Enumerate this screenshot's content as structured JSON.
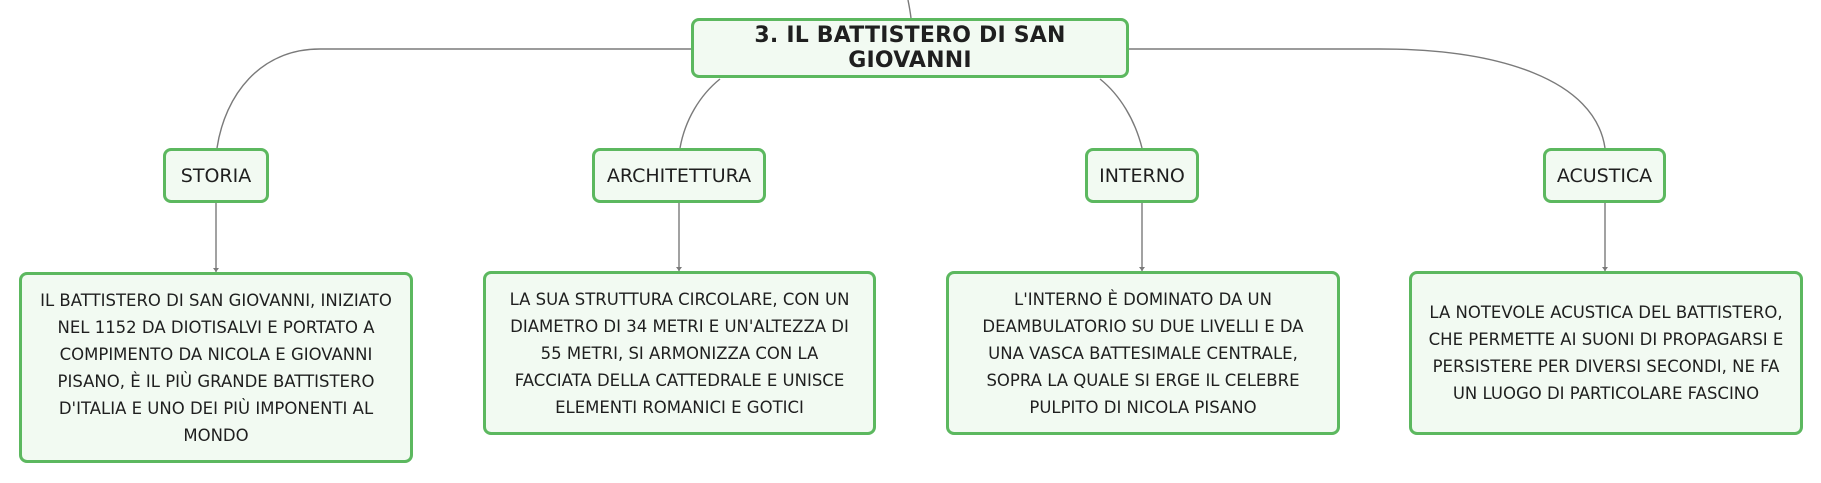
{
  "root": {
    "title": "3. IL BATTISTERO DI SAN GIOVANNI"
  },
  "branches": [
    {
      "label": "STORIA",
      "detail": "IL BATTISTERO DI SAN GIOVANNI, INIZIATO NEL 1152 DA DIOTISALVI E PORTATO A COMPIMENTO DA NICOLA E GIOVANNI PISANO, È IL PIÙ GRANDE BATTISTERO D'ITALIA E UNO DEI PIÙ IMPONENTI AL MONDO"
    },
    {
      "label": "ARCHITETTURA",
      "detail": "LA SUA STRUTTURA CIRCOLARE, CON UN DIAMETRO DI 34 METRI E UN'ALTEZZA DI 55 METRI, SI ARMONIZZA CON LA FACCIATA DELLA CATTEDRALE E UNISCE ELEMENTI ROMANICI E GOTICI"
    },
    {
      "label": "INTERNO",
      "detail": "L'INTERNO È DOMINATO DA UN DEAMBULATORIO SU DUE LIVELLI E DA UNA VASCA BATTESIMALE CENTRALE, SOPRA LA QUALE SI ERGE IL CELEBRE PULPITO DI NICOLA PISANO"
    },
    {
      "label": "ACUSTICA",
      "detail": "LA NOTEVOLE ACUSTICA DEL BATTISTERO, CHE PERMETTE AI SUONI DI PROPAGARSI E PERSISTERE PER DIVERSI SECONDI, NE FA UN LUOGO DI PARTICOLARE FASCINO"
    }
  ],
  "colors": {
    "node_border": "#5cb85f",
    "node_fill": "#f2faf2",
    "connector": "#7a7a7a",
    "text": "#1f1f1f"
  }
}
